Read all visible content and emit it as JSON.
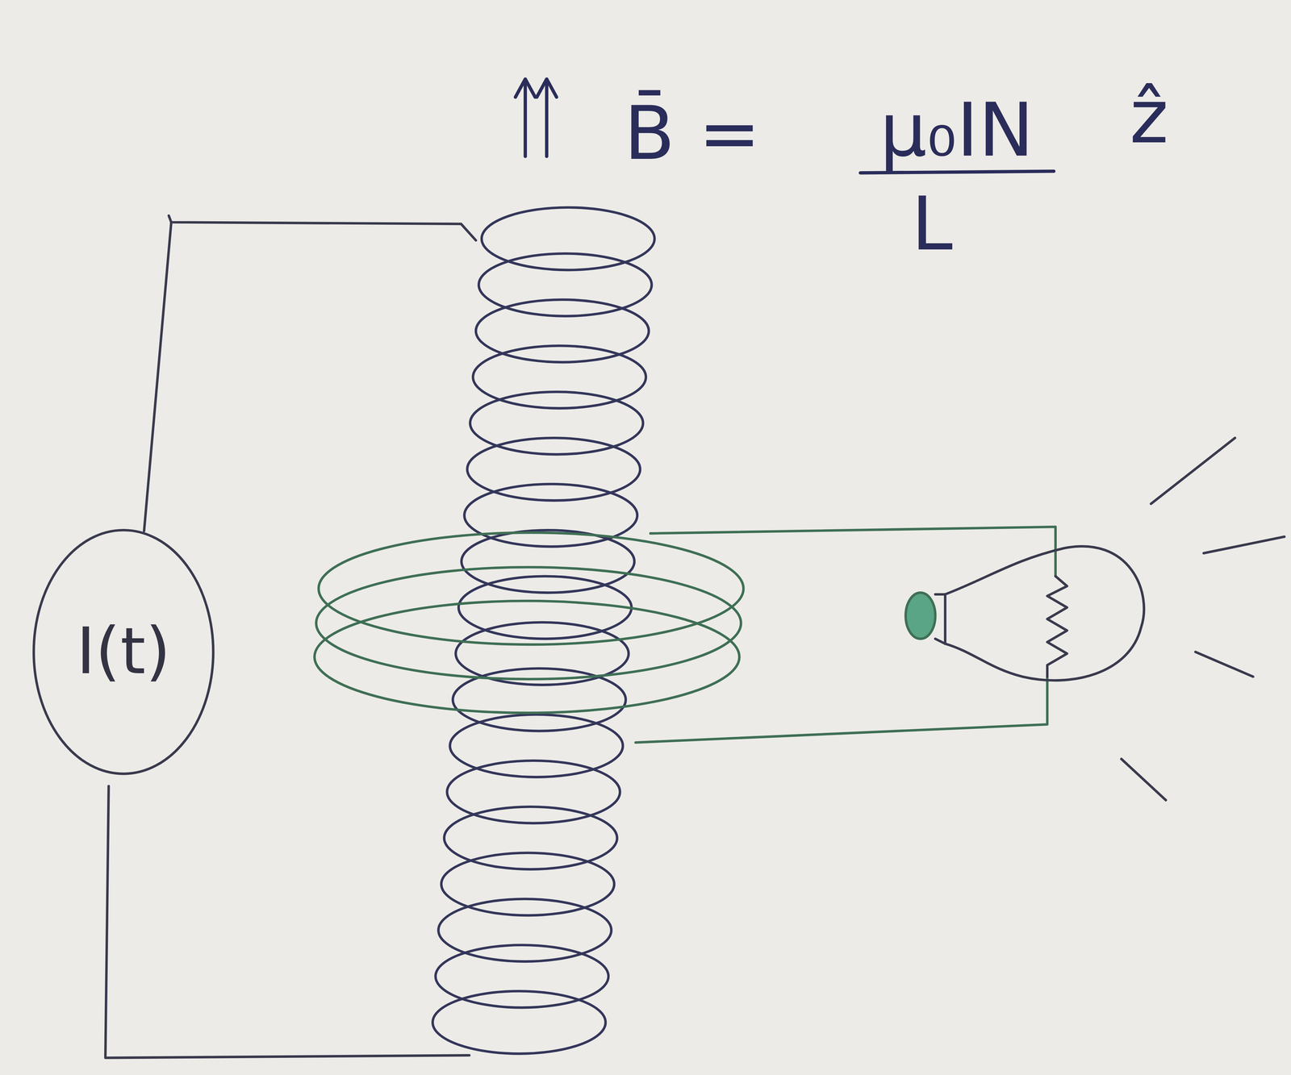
{
  "diagram": {
    "nodes": [
      {
        "text": [
          "I(t)"
        ]
      }
    ],
    "labels": [
      "B̄ =",
      "μ₀IN",
      "L",
      "ẑ"
    ]
  }
}
